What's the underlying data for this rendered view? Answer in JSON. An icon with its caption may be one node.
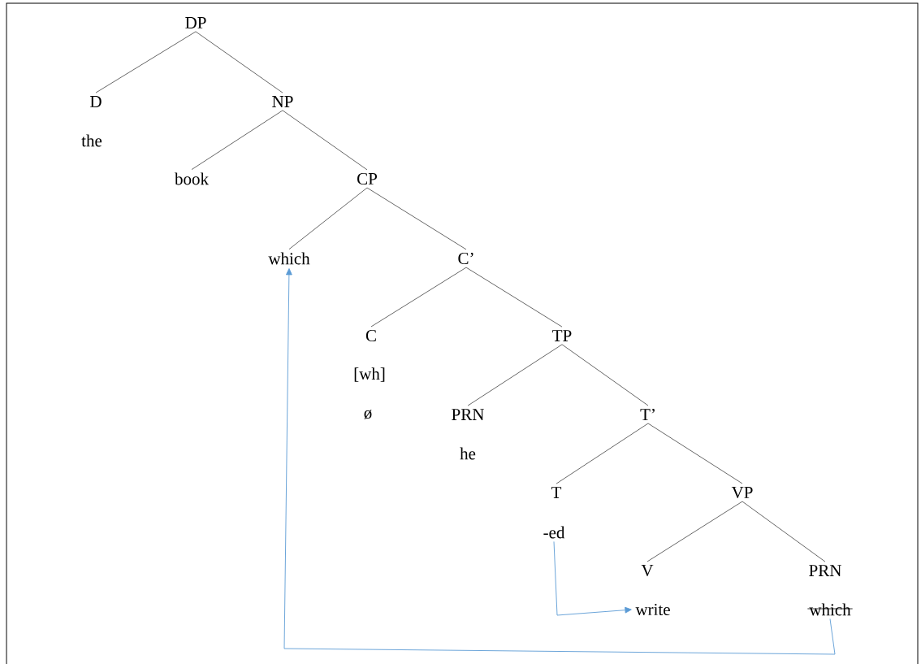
{
  "diagram": {
    "nodes": [
      {
        "text": [
          "DP"
        ]
      },
      {
        "text": [
          "D"
        ]
      },
      {
        "text": [
          "the"
        ]
      },
      {
        "text": [
          "NP"
        ]
      },
      {
        "text": [
          "book"
        ]
      },
      {
        "text": [
          "CP"
        ]
      },
      {
        "text": [
          "which"
        ]
      },
      {
        "text": [
          "C’"
        ]
      },
      {
        "text": [
          "C"
        ]
      },
      {
        "text": [
          "[wh]"
        ]
      },
      {
        "text": [
          "ø"
        ]
      },
      {
        "text": [
          "TP"
        ]
      },
      {
        "text": [
          "PRN"
        ]
      },
      {
        "text": [
          "he"
        ]
      },
      {
        "text": [
          "T’"
        ]
      },
      {
        "text": [
          "T"
        ]
      },
      {
        "text": [
          "-ed"
        ]
      },
      {
        "text": [
          "VP"
        ]
      },
      {
        "text": [
          "V"
        ]
      },
      {
        "text": [
          "write"
        ]
      },
      {
        "text": [
          "PRN"
        ]
      },
      {
        "text": [
          "which"
        ]
      }
    ],
    "edges": [
      {
        "from": 0,
        "to": 1,
        "arrow": "none"
      },
      {
        "from": 0,
        "to": 3,
        "arrow": "none"
      },
      {
        "from": 3,
        "to": 4,
        "arrow": "none"
      },
      {
        "from": 3,
        "to": 5,
        "arrow": "none"
      },
      {
        "from": 5,
        "to": 6,
        "arrow": "none"
      },
      {
        "from": 5,
        "to": 7,
        "arrow": "none"
      },
      {
        "from": 7,
        "to": 8,
        "arrow": "none"
      },
      {
        "from": 7,
        "to": 11,
        "arrow": "none"
      },
      {
        "from": 11,
        "to": 12,
        "arrow": "none"
      },
      {
        "from": 11,
        "to": 14,
        "arrow": "none"
      },
      {
        "from": 14,
        "to": 15,
        "arrow": "none"
      },
      {
        "from": 14,
        "to": 17,
        "arrow": "none"
      },
      {
        "from": 17,
        "to": 18,
        "arrow": "none"
      },
      {
        "from": 17,
        "to": 20,
        "arrow": "none"
      },
      {
        "from": 16,
        "to": 19,
        "arrow": "to",
        "color": "#5b9bd5"
      },
      {
        "from": 21,
        "to": 6,
        "arrow": "to",
        "color": "#5b9bd5"
      }
    ]
  }
}
